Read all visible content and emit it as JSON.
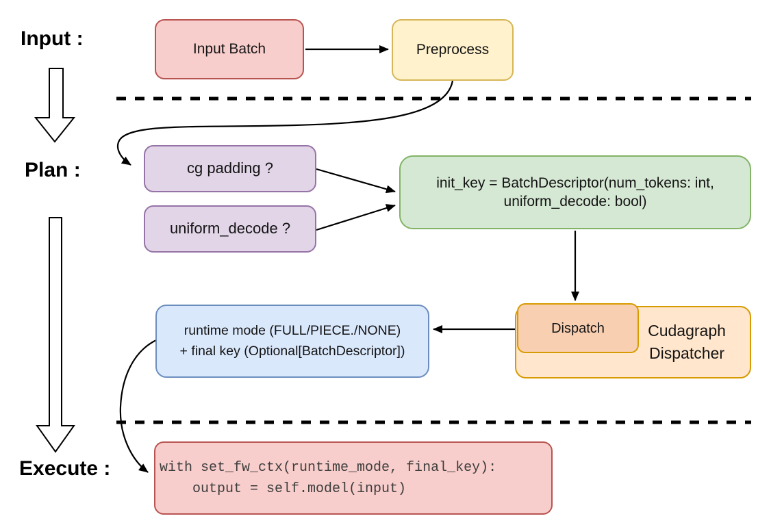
{
  "section_labels": {
    "input": "Input :",
    "plan": "Plan :",
    "execute": "Execute :"
  },
  "nodes": {
    "input_batch": "Input Batch",
    "preprocess": "Preprocess",
    "cg_padding": "cg padding ?",
    "uniform_decode": "uniform_decode ?",
    "init_key_line1": "init_key = BatchDescriptor(num_tokens: int,",
    "init_key_line2": "uniform_decode: bool)",
    "dispatch": "Dispatch",
    "cudagraph_dispatcher": "Cudagraph Dispatcher",
    "runtime_mode_line1": "runtime mode (FULL/PIECE./NONE)",
    "runtime_mode_line2": "+ final key (Optional[BatchDescriptor])",
    "code_line1": "with set_fw_ctx(runtime_mode, final_key):",
    "code_line2": "    output = self.model(input)"
  },
  "colors": {
    "red-fill": "#f8cecc",
    "red-stroke": "#b85450",
    "yellow-fill": "#fff2cc",
    "yellow-stroke": "#d6b656",
    "purple-fill": "#e1d5e7",
    "purple-stroke": "#9673a6",
    "green-fill": "#d5e8d4",
    "green-stroke": "#82b366",
    "blue-fill": "#dae8fc",
    "blue-stroke": "#6c8ebf",
    "orange-fill": "#ffe6cc",
    "orange-stroke": "#d79b00",
    "salmon-fill": "#f9cfb2",
    "line-color": "#000000",
    "code-text": "#3d3d3d"
  }
}
